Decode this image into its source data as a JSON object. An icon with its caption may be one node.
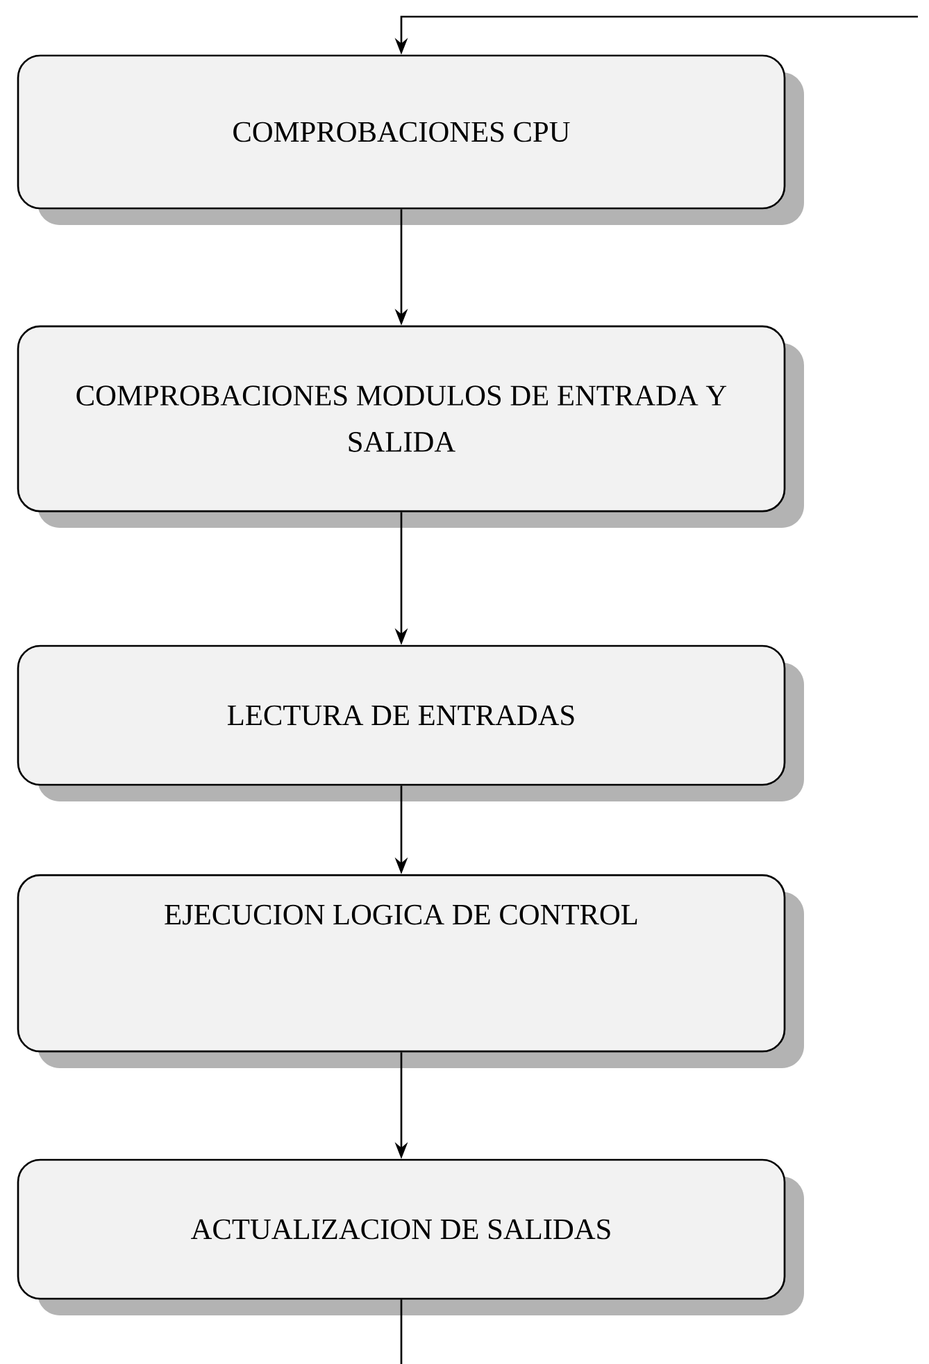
{
  "diagram": {
    "nodes": [
      {
        "text": [
          "COMPROBACIONES CPU"
        ]
      },
      {
        "text": [
          "COMPROBACIONES MODULOS DE ENTRADA Y SALIDA"
        ]
      },
      {
        "text": [
          "LECTURA DE ENTRADAS"
        ]
      },
      {
        "text": [
          "EJECUCION LOGICA DE CONTROL"
        ]
      },
      {
        "text": [
          "ACTUALIZACION DE SALIDAS"
        ]
      }
    ],
    "edges": [
      {
        "from": null,
        "to": 0,
        "arrow": "to"
      },
      {
        "from": 0,
        "to": 1,
        "arrow": "to"
      },
      {
        "from": 1,
        "to": 2,
        "arrow": "to"
      },
      {
        "from": 2,
        "to": 3,
        "arrow": "to"
      },
      {
        "from": 3,
        "to": 4,
        "arrow": "to"
      },
      {
        "from": 4,
        "to": null,
        "arrow": "none"
      }
    ]
  }
}
